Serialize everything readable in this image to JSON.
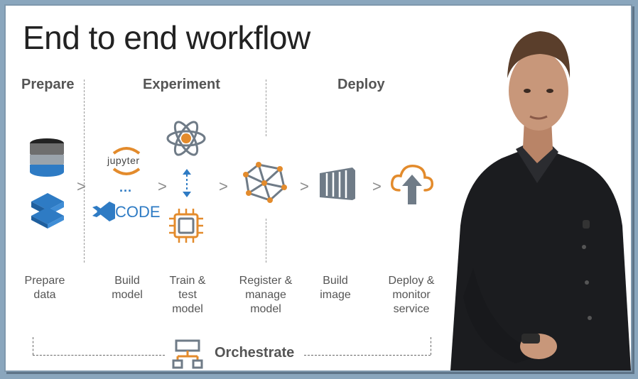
{
  "title": "End to end workflow",
  "phases": {
    "prepare": "Prepare",
    "experiment": "Experiment",
    "deploy": "Deploy"
  },
  "steps": {
    "prepare_data": "Prepare\ndata",
    "build_model": "Build\nmodel",
    "train_test": "Train &\ntest\nmodel",
    "register": "Register &\nmanage\nmodel",
    "build_image": "Build\nimage",
    "deploy_monitor": "Deploy &\nmonitor\nservice"
  },
  "icons": {
    "jupyter_text": "jupyter",
    "vscode_text": "CODE",
    "ellipsis": "..."
  },
  "chevron": ">",
  "orchestrate": "Orchestrate",
  "icon_names": [
    "database-icon",
    "layers-icon",
    "jupyter-icon",
    "vscode-icon",
    "atom-icon",
    "chip-icon",
    "network-model-icon",
    "container-icon",
    "cloud-upload-icon",
    "orchestrate-icon"
  ],
  "colors": {
    "accent_blue": "#2e7bc4",
    "accent_orange": "#e38b2c",
    "icon_gray": "#6f7b87",
    "frame": "#8aa6bd"
  }
}
